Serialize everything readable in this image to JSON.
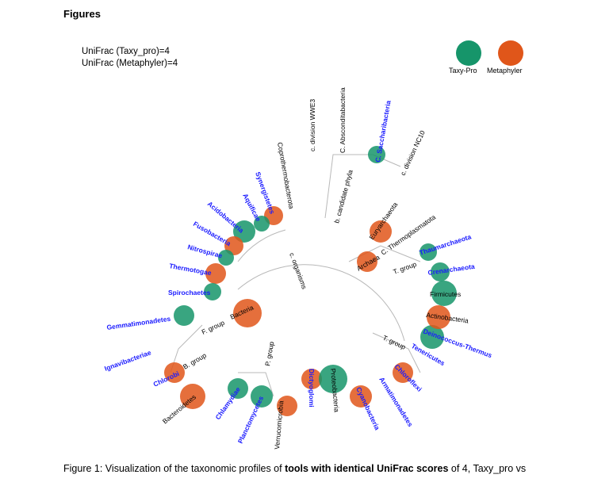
{
  "page": {
    "heading": "Figures",
    "scores": [
      "UniFrac (Taxy_pro)=4",
      "UniFrac (Metaphyler)=4"
    ],
    "caption_parts": [
      "Figure 1: Visualization of the taxonomic profiles of ",
      "tools with identical UniFrac scores",
      " of 4, Taxy_pro vs"
    ]
  },
  "legend": [
    {
      "name": "Taxy-Pro",
      "color": "#16956a"
    },
    {
      "name": "Metaphyler",
      "color": "#e0561a"
    }
  ],
  "colors": {
    "taxy": "#16956a",
    "meta": "#e0561a",
    "leaf": "#1a1aff",
    "branch": "#b8b8b8"
  },
  "tree": {
    "internal_labels": [
      "c. organisms",
      "Bacteria",
      "F. group",
      "B. group",
      "P. group",
      "T. group",
      "b. candidate phyla",
      "Archaea",
      "C. Thermoplasmatota",
      "T. group"
    ],
    "leaves": [
      {
        "label": "c. division WWE3",
        "highlight": false
      },
      {
        "label": "C. Absconditabacteria",
        "highlight": false
      },
      {
        "label": "C. Saccharibacteria",
        "highlight": true
      },
      {
        "label": "c. division NC10",
        "highlight": false
      },
      {
        "label": "Coprothermobacterota",
        "highlight": false
      },
      {
        "label": "Synergistetes",
        "highlight": true
      },
      {
        "label": "Aquificae",
        "highlight": true
      },
      {
        "label": "Acidobacteria",
        "highlight": true
      },
      {
        "label": "Fusobacteria",
        "highlight": true
      },
      {
        "label": "Nitrospirae",
        "highlight": true
      },
      {
        "label": "Thermotogae",
        "highlight": true
      },
      {
        "label": "Spirochaetes",
        "highlight": true
      },
      {
        "label": "Gemmatimonadetes",
        "highlight": true
      },
      {
        "label": "Ignavibacteriae",
        "highlight": true
      },
      {
        "label": "Chlorobi",
        "highlight": true
      },
      {
        "label": "Bacteroidetes",
        "highlight": false
      },
      {
        "label": "Chlamydiae",
        "highlight": true
      },
      {
        "label": "Planctomycetes",
        "highlight": true
      },
      {
        "label": "Verrucomicrobia",
        "highlight": false
      },
      {
        "label": "Dictyoglomi",
        "highlight": true
      },
      {
        "label": "Proteobacteria",
        "highlight": false
      },
      {
        "label": "Cyanobacteria",
        "highlight": true
      },
      {
        "label": "Armatimonadetes",
        "highlight": true
      },
      {
        "label": "Chloroflexi",
        "highlight": true
      },
      {
        "label": "Tenericutes",
        "highlight": true
      },
      {
        "label": "Deinococcus-Thermus",
        "highlight": true
      },
      {
        "label": "Actinobacteria",
        "highlight": false
      },
      {
        "label": "Firmicutes",
        "highlight": false
      },
      {
        "label": "Crenarchaeota",
        "highlight": true
      },
      {
        "label": "Thaumarchaeota",
        "highlight": true
      },
      {
        "label": "Euryarchaeota",
        "highlight": false
      }
    ]
  }
}
